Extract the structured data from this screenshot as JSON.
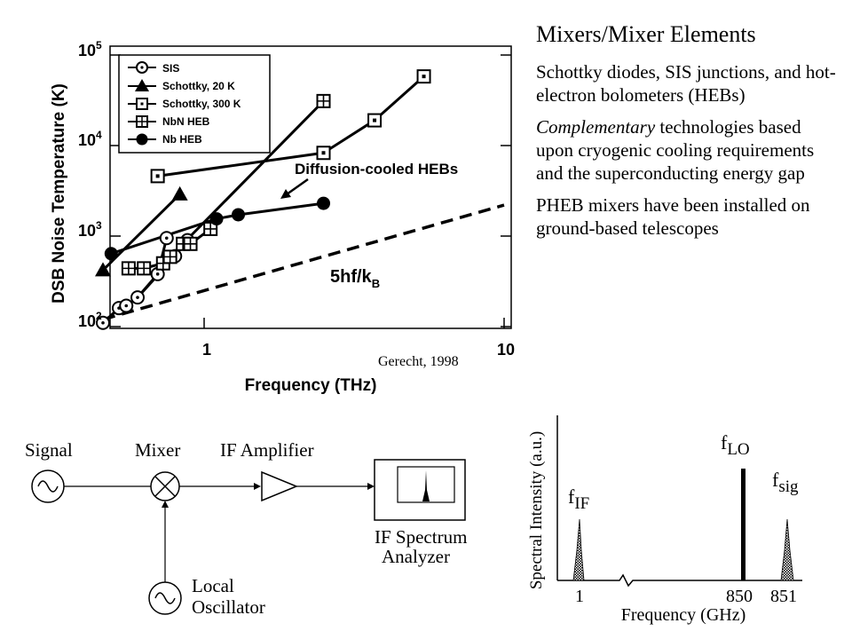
{
  "slide": {
    "title": "Mixers/Mixer Elements",
    "bullets": [
      {
        "text": "Schottky diodes, SIS junctions, and hot-electron bolometers (HEBs)"
      },
      {
        "emphasis": "Complementary",
        "text": " technologies based upon cryogenic cooling requirements and the superconducting energy gap"
      },
      {
        "text": "PHEB mixers have been installed on ground-based telescopes"
      }
    ]
  },
  "noise_plot": {
    "ylabel": "DSB Noise Temperature (K)",
    "xlabel": "Frequency (THz)",
    "x_ticks": [
      "1",
      "10"
    ],
    "annotation": "Diffusion-cooled HEBs",
    "quantum_limit_label": "5hf/k",
    "quantum_limit_sub": "B",
    "credit": "Gerecht, 1998",
    "legend": [
      "SIS",
      "Schottky, 20 K",
      "Schottky, 300 K",
      "NbN HEB",
      "Nb HEB"
    ]
  },
  "chart_data": {
    "type": "scatter",
    "xlabel": "Frequency (THz)",
    "ylabel": "DSB Noise Temperature (K)",
    "x_scale": "log",
    "y_scale": "log",
    "xlim": [
      0.45,
      10
    ],
    "ylim": [
      100,
      100000
    ],
    "series": [
      {
        "name": "SIS",
        "marker": "circle-dot",
        "x": [
          0.46,
          0.52,
          0.55,
          0.6,
          0.7,
          0.75,
          0.8,
          0.88
        ],
        "y": [
          110,
          160,
          170,
          210,
          380,
          950,
          600,
          900
        ]
      },
      {
        "name": "Schottky, 20 K",
        "marker": "triangle",
        "x": [
          0.46,
          0.83
        ],
        "y": [
          420,
          2900
        ]
      },
      {
        "name": "Schottky, 300 K",
        "marker": "square-dot",
        "x": [
          0.7,
          2.5,
          3.7,
          5.4
        ],
        "y": [
          4600,
          8300,
          19000,
          58000
        ]
      },
      {
        "name": "NbN HEB",
        "marker": "square-cross",
        "x": [
          0.56,
          0.63,
          0.73,
          0.77,
          0.85,
          0.9,
          1.05,
          2.5
        ],
        "y": [
          440,
          440,
          500,
          590,
          820,
          820,
          1200,
          31000
        ]
      },
      {
        "name": "Nb HEB",
        "marker": "filled-circle",
        "x": [
          0.49,
          1.1,
          1.3,
          2.5
        ],
        "y": [
          640,
          1550,
          1720,
          2300
        ]
      }
    ],
    "lines": [
      {
        "name": "5hf/kB",
        "style": "dashed",
        "x": [
          0.46,
          10
        ],
        "y": [
          120,
          2200
        ]
      }
    ]
  },
  "block_diagram": {
    "signal": "Signal",
    "mixer": "Mixer",
    "if_amp": "IF Amplifier",
    "analyzer_line1": "IF Spectrum",
    "analyzer_line2": "Analyzer",
    "lo_line1": "Local",
    "lo_line2": "Oscillator"
  },
  "spectrum_plot": {
    "ylabel": "Spectral Intensity (a.u.)",
    "xlabel": "Frequency (GHz)",
    "ticks": [
      "1",
      "850",
      "851"
    ],
    "peaks": [
      {
        "label": "f",
        "sub": "IF"
      },
      {
        "label": "f",
        "sub": "LO"
      },
      {
        "label": "f",
        "sub": "sig"
      }
    ]
  }
}
